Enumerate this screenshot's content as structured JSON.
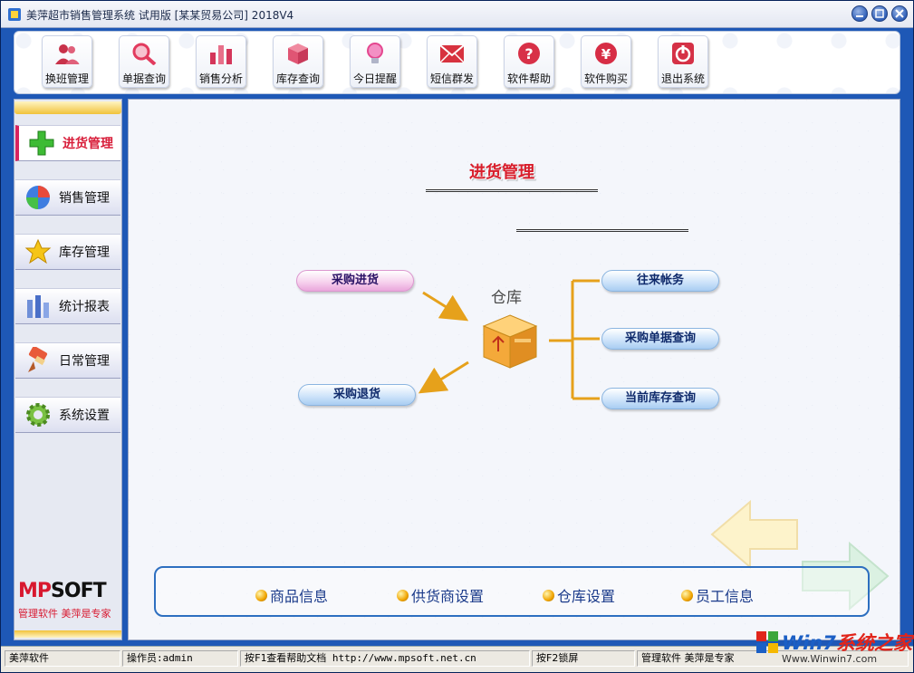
{
  "window": {
    "title": "美萍超市销售管理系统 试用版 [某某贸易公司] 2018V4",
    "controls": [
      "minimize",
      "restore",
      "close"
    ]
  },
  "toolbar": {
    "items": [
      {
        "label": "换班管理",
        "icon": "people-icon",
        "color": "#c8324a"
      },
      {
        "label": "单据查询",
        "icon": "magnifier-icon",
        "color": "#e23b5e"
      },
      {
        "label": "销售分析",
        "icon": "bar-chart-icon",
        "color": "#d4365a"
      },
      {
        "label": "库存查询",
        "icon": "boxes-icon",
        "color": "#e05574"
      },
      {
        "label": "今日提醒",
        "icon": "lightbulb-icon",
        "color": "#e4478f"
      },
      {
        "label": "短信群发",
        "icon": "envelope-icon",
        "color": "#d7323f"
      },
      {
        "label": "软件帮助",
        "icon": "help-icon",
        "color": "#d83047"
      },
      {
        "label": "软件购买",
        "icon": "yen-icon",
        "color": "#d72d45"
      },
      {
        "label": "退出系统",
        "icon": "power-icon",
        "color": "#d53146"
      }
    ]
  },
  "sidebar": {
    "items": [
      {
        "label": "进货管理",
        "icon": "plus-icon",
        "active": true
      },
      {
        "label": "销售管理",
        "icon": "globe-icon",
        "active": false
      },
      {
        "label": "库存管理",
        "icon": "star-icon",
        "active": false
      },
      {
        "label": "统计报表",
        "icon": "report-icon",
        "active": false
      },
      {
        "label": "日常管理",
        "icon": "brush-icon",
        "active": false
      },
      {
        "label": "系统设置",
        "icon": "gear-icon",
        "active": false
      }
    ],
    "logo": {
      "prefix": "MP",
      "suffix": "SOFT",
      "slogan": "管理软件 美萍是专家"
    }
  },
  "main": {
    "title": "进货管理",
    "warehouse_label": "仓库",
    "left_actions": [
      "采购进货",
      "采购退货"
    ],
    "right_actions": [
      "往来帐务",
      "采购单据查询",
      "当前库存查询"
    ],
    "quick_links": [
      "商品信息",
      "供货商设置",
      "仓库设置",
      "员工信息"
    ]
  },
  "statusbar": {
    "cells": [
      "美萍软件",
      "操作员:admin",
      "按F1查看帮助文档 http://www.mpsoft.net.cn",
      "按F2锁屏",
      "管理软件 美萍是专家"
    ]
  },
  "watermark": {
    "brand_a": "Win7",
    "brand_b": "系统之家",
    "url": "Www.Winwin7.com"
  },
  "colors": {
    "accent_red": "#d81e2c",
    "frame_blue": "#1e58b6",
    "pill_blue": "#cfe4fa",
    "pill_pink": "#f7d3ee",
    "arrow_orange": "#e6a11b"
  }
}
